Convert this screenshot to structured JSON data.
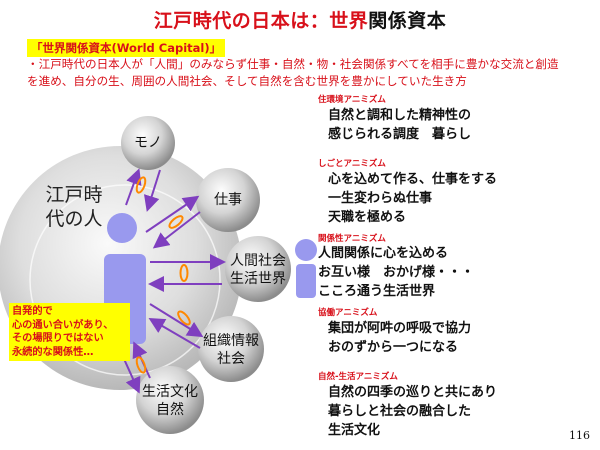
{
  "title": {
    "part1": "江戸時代の日本は：世界",
    "part2": "関係資本"
  },
  "definition": {
    "heading": "「世界関係資本(World  Capital)」",
    "body": "・江戸時代の日本人が「人間」のみならず仕事・自然・物・社会関係すべてを相手に豊かな交流と創造を進め、自分の生、周囲の人間社会、そして自然を含む世界を豊かにしていた生き方"
  },
  "center_label": "江戸時代の人",
  "nodes": {
    "mono": "モノ",
    "shigoto": "仕事",
    "ningen": "人間社会\n生活世界",
    "soshiki": "組織情報\n社会",
    "seikatsu": "生活文化\n自然"
  },
  "animism": [
    {
      "caption": "住環境アニミズム",
      "text": "自然と調和した精神性の\n感じられる調度　暮らし"
    },
    {
      "caption": "しごとアニミズム",
      "text": "心を込めて作る、仕事をする\n一生変わらぬ仕事\n天職を極める"
    },
    {
      "caption": "関係性アニミズム",
      "text": "人間関係に心を込める\nお互い様　おかげ様・・・\nこころ通う生活世界"
    },
    {
      "caption": "協働アニミズム",
      "text": "集団が阿吽の呼吸で協力\nおのずから一つになる"
    },
    {
      "caption": "自然-生活アニミズム",
      "text": "自然の四季の巡りと共にあり\n暮らしと社会の融合した\n生活文化"
    }
  ],
  "note": "自発的で\n心の通い合いがあり、\nその場限りではない\n永続的な関係性…",
  "page_number": "116",
  "colors": {
    "accent_red": "#d8101a",
    "highlight_yellow": "#ffff00",
    "arrow_purple": "#7f3fbf",
    "person_purple": "#9999ee"
  }
}
